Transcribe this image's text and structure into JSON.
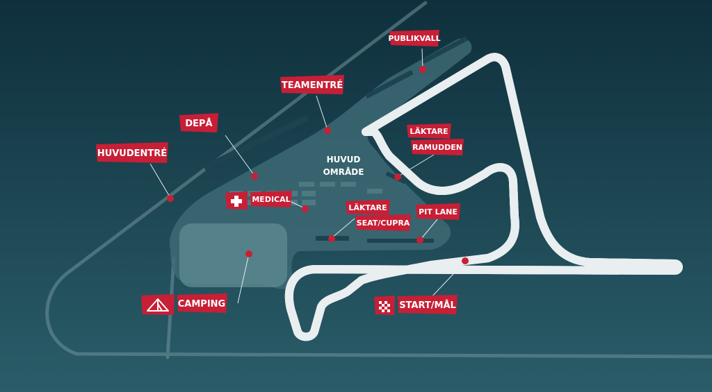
{
  "map": {
    "area_label": [
      "HUVUD",
      "OMRÅDE"
    ],
    "colors": {
      "bg_top": "#0f2f3c",
      "bg_bottom": "#275a66",
      "road": "#7fa0a8",
      "paddock": "#4a7580",
      "track_outline": "#16323d",
      "track_fill": "#ffffff",
      "label_red": "#d0273a",
      "dot_red": "#c91f35"
    },
    "markers": [
      {
        "id": "publikvall",
        "text": "PUBLIKVALL",
        "icon": null
      },
      {
        "id": "teamentre",
        "text": "TEAMENTRÉ",
        "icon": null
      },
      {
        "id": "depa",
        "text": "DEPÅ",
        "icon": null
      },
      {
        "id": "huvudentre",
        "text": "HUVUDENTRÉ",
        "icon": null
      },
      {
        "id": "lak-ramudden-1",
        "text": "LÄKTARE",
        "icon": null
      },
      {
        "id": "lak-ramudden-2",
        "text": "RAMUDDEN",
        "icon": null
      },
      {
        "id": "medical",
        "text": "MEDICAL",
        "icon": "medical-cross-icon"
      },
      {
        "id": "lak-seat-1",
        "text": "LÄKTARE",
        "icon": null
      },
      {
        "id": "lak-seat-2",
        "text": "SEAT/CUPRA",
        "icon": null
      },
      {
        "id": "pitlane",
        "text": "PIT LANE",
        "icon": null
      },
      {
        "id": "camping",
        "text": "CAMPING",
        "icon": "tent-icon"
      },
      {
        "id": "startmal",
        "text": "START/MÅL",
        "icon": "checkered-flag-icon"
      }
    ]
  }
}
